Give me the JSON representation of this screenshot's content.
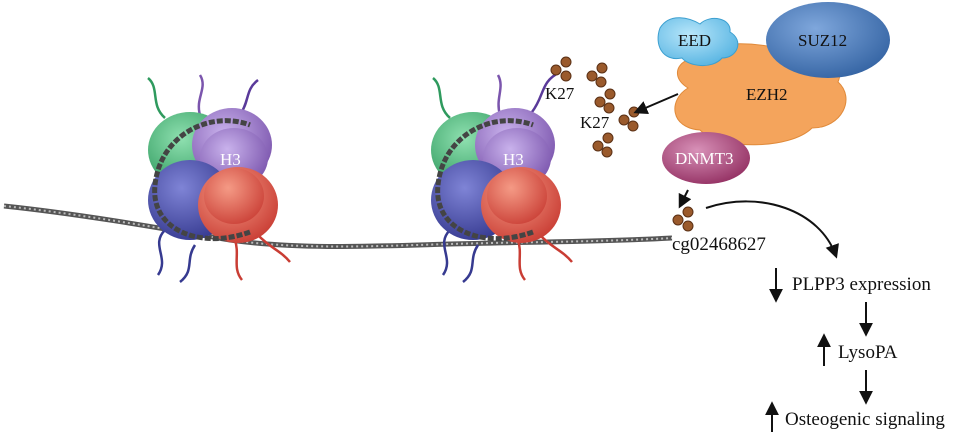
{
  "histone_label": "H3",
  "modification_labels": [
    "K27",
    "K27"
  ],
  "complex": {
    "eed": "EED",
    "suz12": "SUZ12",
    "ezh2": "EZH2",
    "dnmt3": "DNMT3"
  },
  "cpg_site": "cg02468627",
  "outcomes": [
    {
      "direction": "down",
      "label": "PLPP3 expression"
    },
    {
      "direction": "up",
      "label": "LysoPA"
    },
    {
      "direction": "up",
      "label": "Osteogenic signaling"
    }
  ],
  "colors": {
    "green": "#3aa86b",
    "purple": "#8a63b8",
    "navy": "#3b3f9a",
    "red": "#d8453a",
    "eed": "#6fc3e8",
    "suz12": "#3f73b4",
    "ezh2": "#f4a45c",
    "dnmt3": "#a6346e",
    "methyl": "#9a5a2c"
  }
}
